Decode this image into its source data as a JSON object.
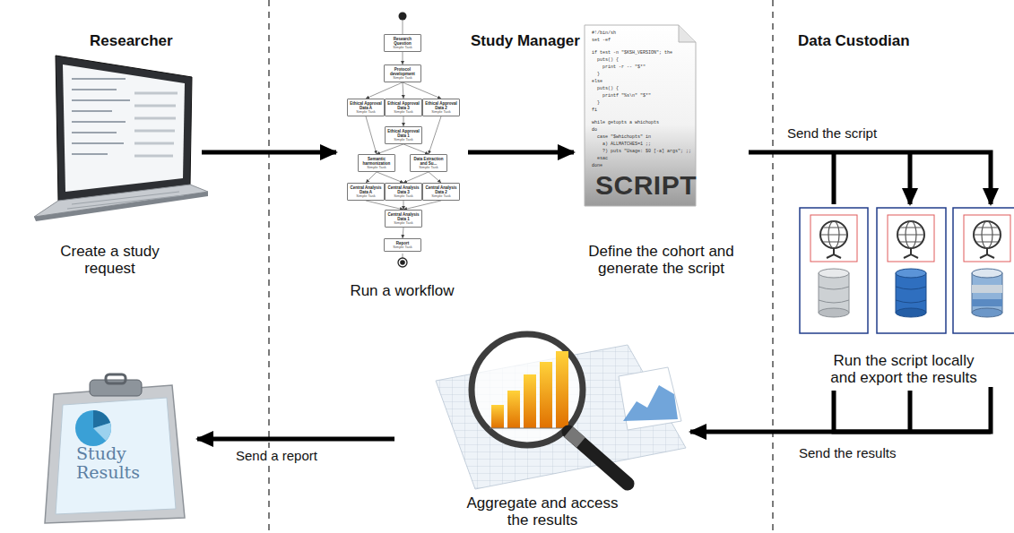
{
  "diagram": {
    "nodes": [
      {
        "text": [
          "Create a study request"
        ]
      },
      {
        "text": [
          "Run a workflow"
        ]
      },
      {
        "text": [
          "Research Question",
          "Simple Task"
        ],
        "in": 1
      },
      {
        "text": [
          "Protocol development",
          "Simple Task"
        ],
        "in": 1
      },
      {
        "text": [
          "Ethical Approval Data A",
          "Simple Task"
        ],
        "in": 1
      },
      {
        "text": [
          "Ethical Approval Data 3",
          "Simple Task"
        ],
        "in": 1
      },
      {
        "text": [
          "Ethical Approval Data 2",
          "Simple Task"
        ],
        "in": 1
      },
      {
        "text": [
          "Ethical Approval Data 1",
          "Simple Task"
        ],
        "in": 1
      },
      {
        "text": [
          "Semantic harmonization",
          "Simple Task"
        ],
        "in": 1
      },
      {
        "text": [
          "Data Extraction and Su...",
          "Simple Task"
        ],
        "in": 1
      },
      {
        "text": [
          "Central Analysis Data A",
          "Simple Task"
        ],
        "in": 1
      },
      {
        "text": [
          "Central Analysis Data 3",
          "Simple Task"
        ],
        "in": 1
      },
      {
        "text": [
          "Central Analysis Data 2",
          "Simple Task"
        ],
        "in": 1
      },
      {
        "text": [
          "Central Analysis Data 1",
          "Simple Task"
        ],
        "in": 1
      },
      {
        "text": [
          "Report",
          "Simple Task"
        ],
        "in": 1
      },
      {
        "text": [
          "Define the cohort and generate the script"
        ]
      },
      {
        "text": [
          "Run the script locally and export the results"
        ]
      },
      {
        "text": [
          "Aggregate and access the results"
        ]
      },
      {
        "text": [
          "Study Results"
        ]
      }
    ],
    "edges": [
      {
        "from": 0,
        "to": 1,
        "arrow": "to"
      },
      {
        "from": 1,
        "to": 15,
        "arrow": "to"
      },
      {
        "from": 15,
        "to": 16,
        "label": "Send the script",
        "arrow": "to"
      },
      {
        "from": 16,
        "to": 17,
        "label": "Send the results",
        "arrow": "to"
      },
      {
        "from": 17,
        "to": 18,
        "label": "Send a report",
        "arrow": "to"
      },
      {
        "from": 2,
        "to": 3,
        "arrow": "to"
      },
      {
        "from": 3,
        "to": 4,
        "arrow": "to"
      },
      {
        "from": 3,
        "to": 5,
        "arrow": "to"
      },
      {
        "from": 3,
        "to": 6,
        "arrow": "to"
      },
      {
        "from": 4,
        "to": 8,
        "arrow": "to"
      },
      {
        "from": 5,
        "to": 7,
        "arrow": "to"
      },
      {
        "from": 6,
        "to": 9,
        "arrow": "to"
      },
      {
        "from": 7,
        "to": 8,
        "arrow": "to"
      },
      {
        "from": 7,
        "to": 9,
        "arrow": "to"
      },
      {
        "from": 8,
        "to": 10,
        "arrow": "to"
      },
      {
        "from": 8,
        "to": 11,
        "arrow": "to"
      },
      {
        "from": 9,
        "to": 11,
        "arrow": "to"
      },
      {
        "from": 9,
        "to": 12,
        "arrow": "to"
      },
      {
        "from": 10,
        "to": 13,
        "arrow": "to"
      },
      {
        "from": 11,
        "to": 13,
        "arrow": "to"
      },
      {
        "from": 12,
        "to": 13,
        "arrow": "to"
      },
      {
        "from": 13,
        "to": 14,
        "arrow": "to"
      }
    ],
    "labels": [
      "Researcher",
      "Study Manager",
      "Data Custodian",
      "#!/bin/sh",
      "set -ef",
      "if test -n \"$KSH_VERSION\"; the",
      "puts() {",
      "print -r -- \"$*\"",
      "}",
      "else",
      "puts() {",
      "printf \"%s\\n\" \"$*\"",
      "}",
      "fi",
      "while getopts a whichopts",
      "do",
      "case \"$whichopts\" in",
      "a) ALLMATCHES=1 ;;",
      "?) puts \"Usage: $0 [-a] args\"; ;;",
      "esac",
      "done",
      "SCRIPT"
    ]
  }
}
